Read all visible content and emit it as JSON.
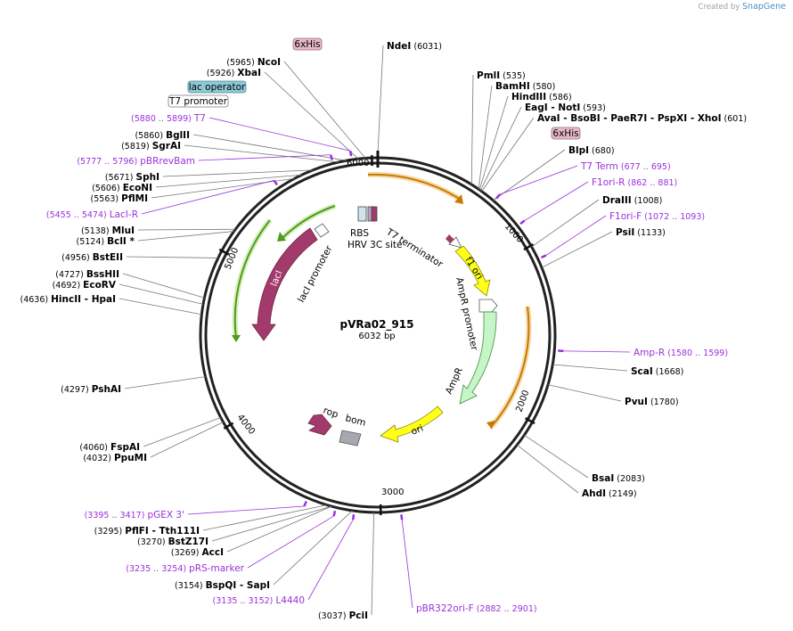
{
  "branding": {
    "prefix": "Created by",
    "name": "SnapGene"
  },
  "plasmid": {
    "name": "pVRa02_915",
    "length_label": "6032 bp",
    "length": 6032
  },
  "tick_labels": [
    {
      "text": "1000",
      "pos": 1000
    },
    {
      "text": "2000",
      "pos": 2000
    },
    {
      "text": "3000",
      "pos": 3000
    },
    {
      "text": "4000",
      "pos": 4000
    },
    {
      "text": "5000",
      "pos": 5000
    },
    {
      "text": "6000",
      "pos": 6000
    }
  ],
  "sites": [
    {
      "name": "NdeI",
      "pos": "(6031)",
      "at": 6031
    },
    {
      "name": "NcoI",
      "pos": "(5965)",
      "at": 5965
    },
    {
      "name": "XbaI",
      "pos": "(5926)",
      "at": 5926
    },
    {
      "name": "BglII",
      "pos": "(5860)",
      "at": 5860
    },
    {
      "name": "SgrAI",
      "pos": "(5819)",
      "at": 5819
    },
    {
      "name": "SphI",
      "pos": "(5671)",
      "at": 5671
    },
    {
      "name": "EcoNI",
      "pos": "(5606)",
      "at": 5606
    },
    {
      "name": "PflMI",
      "pos": "(5563)",
      "at": 5563
    },
    {
      "name": "MluI",
      "pos": "(5138)",
      "at": 5138
    },
    {
      "name": "BclI *",
      "pos": "(5124)",
      "at": 5124
    },
    {
      "name": "BstEII",
      "pos": "(4956)",
      "at": 4956
    },
    {
      "name": "BssHII",
      "pos": "(4727)",
      "at": 4727
    },
    {
      "name": "EcoRV",
      "pos": "(4692)",
      "at": 4692
    },
    {
      "name": "HincII  - HpaI",
      "pos": "(4636)",
      "at": 4636
    },
    {
      "name": "PshAI",
      "pos": "(4297)",
      "at": 4297
    },
    {
      "name": "FspAI",
      "pos": "(4060)",
      "at": 4060
    },
    {
      "name": "PpuMI",
      "pos": "(4032)",
      "at": 4032
    },
    {
      "name": "PflFI  - Tth111I",
      "pos": "(3295)",
      "at": 3295
    },
    {
      "name": "BstZ17I",
      "pos": "(3270)",
      "at": 3270
    },
    {
      "name": "AccI",
      "pos": "(3269)",
      "at": 3269
    },
    {
      "name": "BspQI  - SapI",
      "pos": "(3154)",
      "at": 3154
    },
    {
      "name": "PciI",
      "pos": "(3037)",
      "at": 3037
    },
    {
      "name": "PmlI",
      "pos": "(535)",
      "at": 535
    },
    {
      "name": "BamHI",
      "pos": "(580)",
      "at": 580
    },
    {
      "name": "HindIII",
      "pos": "(586)",
      "at": 586
    },
    {
      "name": "EagI  - NotI",
      "pos": "(593)",
      "at": 593
    },
    {
      "name": "AvaI  - BsoBI  - PaeR7I  - PspXI  - XhoI",
      "pos": "(601)",
      "at": 601
    },
    {
      "name": "BlpI",
      "pos": "(680)",
      "at": 680
    },
    {
      "name": "DraIII",
      "pos": "(1008)",
      "at": 1008
    },
    {
      "name": "PsiI",
      "pos": "(1133)",
      "at": 1133
    },
    {
      "name": "ScaI",
      "pos": "(1668)",
      "at": 1668
    },
    {
      "name": "PvuI",
      "pos": "(1780)",
      "at": 1780
    },
    {
      "name": "BsaI",
      "pos": "(2083)",
      "at": 2083
    },
    {
      "name": "AhdI",
      "pos": "(2149)",
      "at": 2149
    }
  ],
  "primers": [
    {
      "name": "T7",
      "pos": "(5880 .. 5899)",
      "at": 5890
    },
    {
      "name": "pBRrevBam",
      "pos": "(5777 .. 5796)",
      "at": 5787
    },
    {
      "name": "LacI-R",
      "pos": "(5455 .. 5474)",
      "at": 5465
    },
    {
      "name": "T7 Term",
      "pos": "(677 .. 695)",
      "at": 686
    },
    {
      "name": "F1ori-R",
      "pos": "(862 .. 881)",
      "at": 872
    },
    {
      "name": "F1ori-F",
      "pos": "(1072 .. 1093)",
      "at": 1083
    },
    {
      "name": "Amp-R",
      "pos": "(1580 .. 1599)",
      "at": 1590
    },
    {
      "name": "pGEX 3'",
      "pos": "(3395 .. 3417)",
      "at": 3406
    },
    {
      "name": "pRS-marker",
      "pos": "(3235 .. 3254)",
      "at": 3245
    },
    {
      "name": "L4440",
      "pos": "(3135 .. 3152)",
      "at": 3144
    },
    {
      "name": "pBR322ori-F",
      "pos": "(2882 .. 2901)",
      "at": 2891
    }
  ],
  "boxed_features": [
    {
      "text": "6xHis",
      "color": "#e6b8c8"
    },
    {
      "text": "lac operator",
      "color": "#8ec9d6"
    },
    {
      "text": "T7 promoter",
      "color": "#ffffff"
    },
    {
      "text": "6xHis",
      "color": "#e6b8c8"
    }
  ],
  "features": [
    {
      "label": "lacI",
      "color": "#a23a6c"
    },
    {
      "label": "lacI promoter",
      "color": "#ffffff"
    },
    {
      "label": "RBS",
      "color": "#cfe3ee"
    },
    {
      "label": "HRV 3C site",
      "color": "#b7a7c9"
    },
    {
      "label": "T7 terminator",
      "color": "#ffffff"
    },
    {
      "label": "f1 ori",
      "color": "#ffff1a"
    },
    {
      "label": "AmpR promoter",
      "color": "#ffffff"
    },
    {
      "label": "AmpR",
      "color": "#c8f5c8"
    },
    {
      "label": "ori",
      "color": "#ffff1a"
    },
    {
      "label": "rop",
      "color": "#a23a6c"
    },
    {
      "label": "bom",
      "color": "#a7a9b0"
    }
  ],
  "colors": {
    "primer": "#9b30d9",
    "orf_arc": "#c77a00",
    "green_arc": "#4c9c1f",
    "backbone": "#222222"
  }
}
